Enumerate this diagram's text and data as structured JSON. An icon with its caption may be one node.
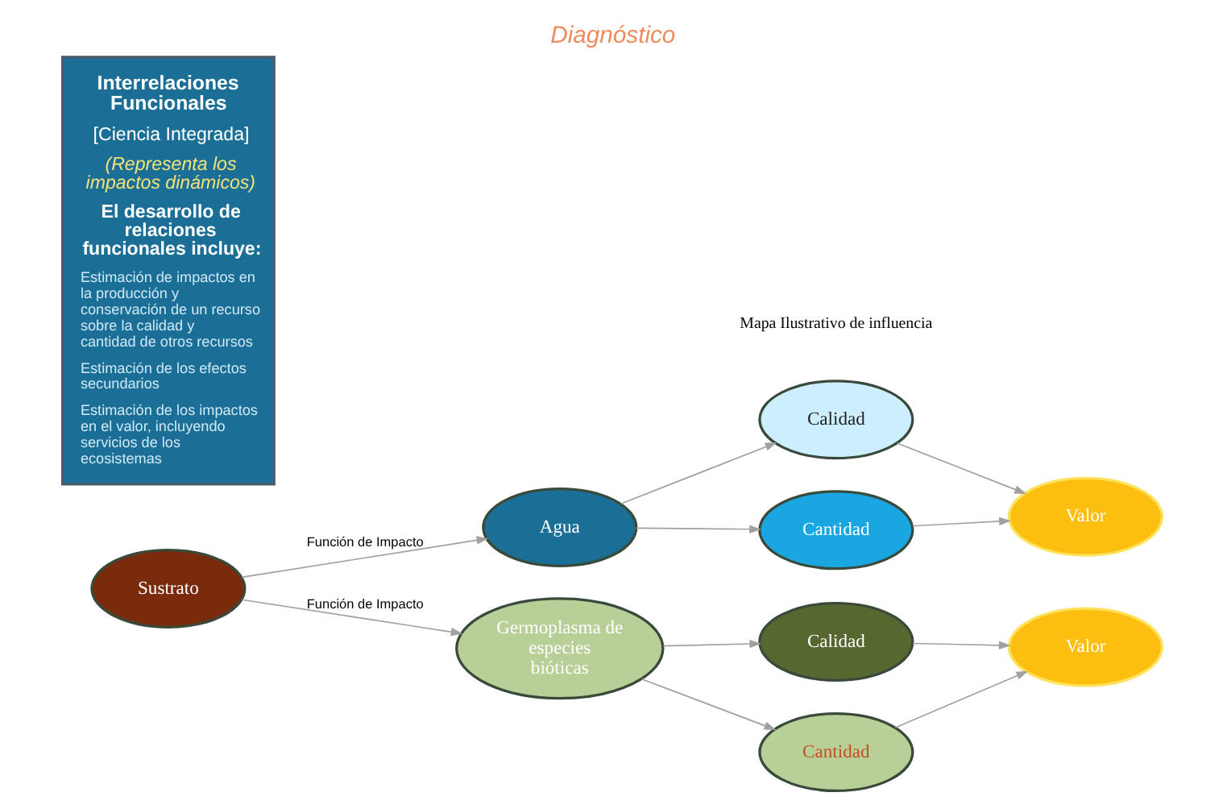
{
  "diagram": {
    "title": "Diagnóstico",
    "nodes": [
      {
        "text": [
          "Interrelaciones Funcionales",
          "[Ciencia Integrada]",
          "(Representa los impactos dinámicos)",
          "El desarrollo de relaciones funcionales incluye:",
          "Estimación de impactos en la producción y conservación de un recurso sobre la calidad y cantidad de otros recursos",
          "Estimación de los efectos secundarios",
          "Estimación de los impactos en el valor, incluyendo servicios de los ecosistemas"
        ]
      },
      {
        "text": [
          "Agua"
        ]
      },
      {
        "text": [
          "Calidad"
        ]
      },
      {
        "text": [
          "Valor"
        ]
      },
      {
        "text": [
          "Cantidad"
        ]
      },
      {
        "text": [
          "Sustrato"
        ]
      },
      {
        "text": [
          "Germoplasma de especies bióticas"
        ]
      },
      {
        "text": [
          "Calidad"
        ]
      },
      {
        "text": [
          "Valor"
        ]
      },
      {
        "text": [
          "Cantidad"
        ]
      }
    ],
    "edges": [
      {
        "from": 5,
        "to": 1,
        "arrow": "to",
        "label": "Función de Impacto"
      },
      {
        "from": 1,
        "to": 2,
        "arrow": "to"
      },
      {
        "from": 1,
        "to": 4,
        "arrow": "to"
      },
      {
        "from": 2,
        "to": 3,
        "arrow": "to"
      },
      {
        "from": 4,
        "to": 3,
        "arrow": "to"
      },
      {
        "from": 5,
        "to": 6,
        "arrow": "to",
        "label": "Función de Impacto"
      },
      {
        "from": 6,
        "to": 7,
        "arrow": "to"
      },
      {
        "from": 6,
        "to": 9,
        "arrow": "to"
      },
      {
        "from": 7,
        "to": 8,
        "arrow": "to"
      },
      {
        "from": 9,
        "to": 8,
        "arrow": "to"
      }
    ],
    "labels": [
      "Mapa Ilustrativo de influencia"
    ]
  }
}
